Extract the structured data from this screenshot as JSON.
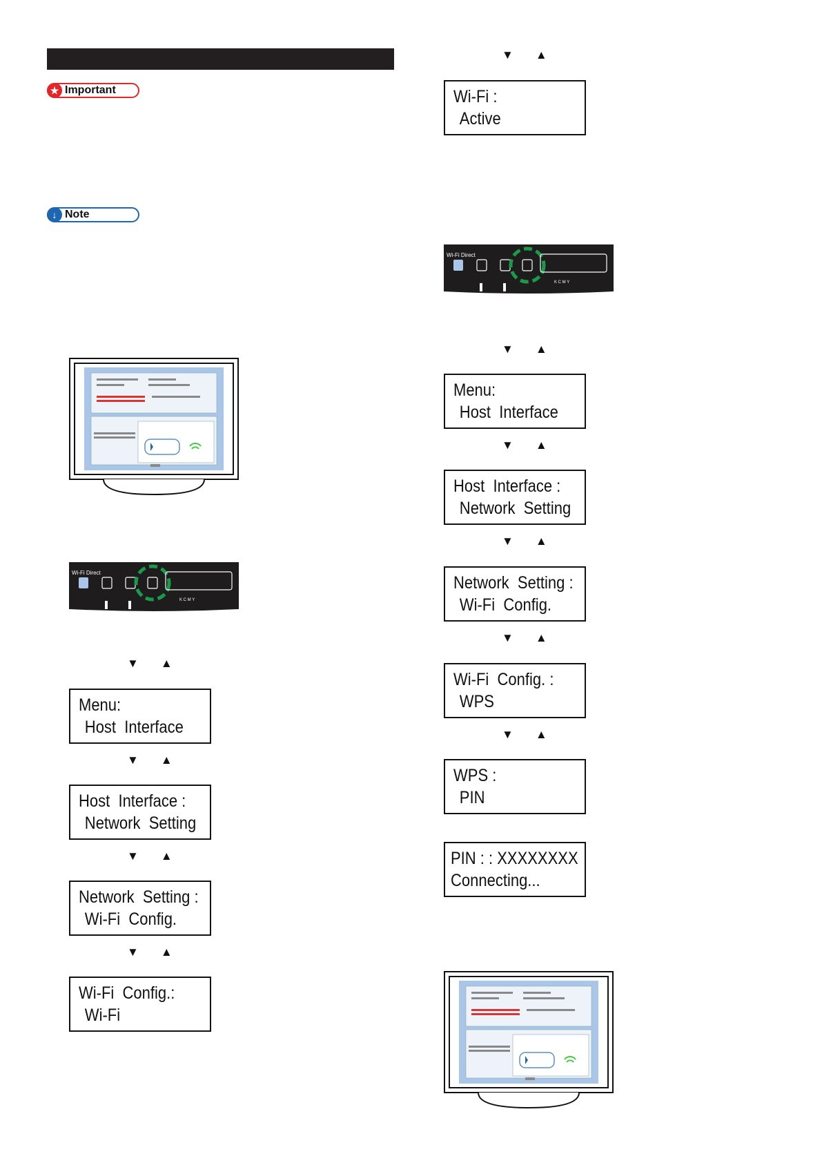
{
  "badges": {
    "important": "Important",
    "note": "Note"
  },
  "arrows": {
    "down": "▼",
    "up": "▲"
  },
  "panel": {
    "wifi_direct_label": "Wi-Fi Direct",
    "color_labels": [
      "K",
      "C",
      "M",
      "Y"
    ]
  },
  "left_column": {
    "screens": [
      {
        "line1": "Menu:",
        "line2": "Host  Interface"
      },
      {
        "line1": "Host  Interface :",
        "line2": "Network  Setting"
      },
      {
        "line1": "Network  Setting :",
        "line2": "Wi-Fi  Config."
      },
      {
        "line1": "Wi-Fi  Config.:",
        "line2": "Wi-Fi"
      }
    ]
  },
  "right_column": {
    "screens": [
      {
        "line1": "Wi-Fi :",
        "line2": "Active"
      },
      {
        "line1": "Menu:",
        "line2": "Host  Interface"
      },
      {
        "line1": "Host  Interface :",
        "line2": "Network  Setting"
      },
      {
        "line1": "Network  Setting :",
        "line2": "Wi-Fi  Config."
      },
      {
        "line1": "Wi-Fi  Config. :",
        "line2": "WPS"
      },
      {
        "line1": "WPS :",
        "line2": "PIN"
      },
      {
        "line1": "PIN : : XXXXXXXX",
        "line2": "Connecting..."
      }
    ]
  },
  "colors": {
    "header_bar": "#231f20",
    "important": "#e3262a",
    "note": "#1e66b0",
    "highlight_ring": "#1a9a4a",
    "monitor_screen": "#a9c6e8"
  }
}
